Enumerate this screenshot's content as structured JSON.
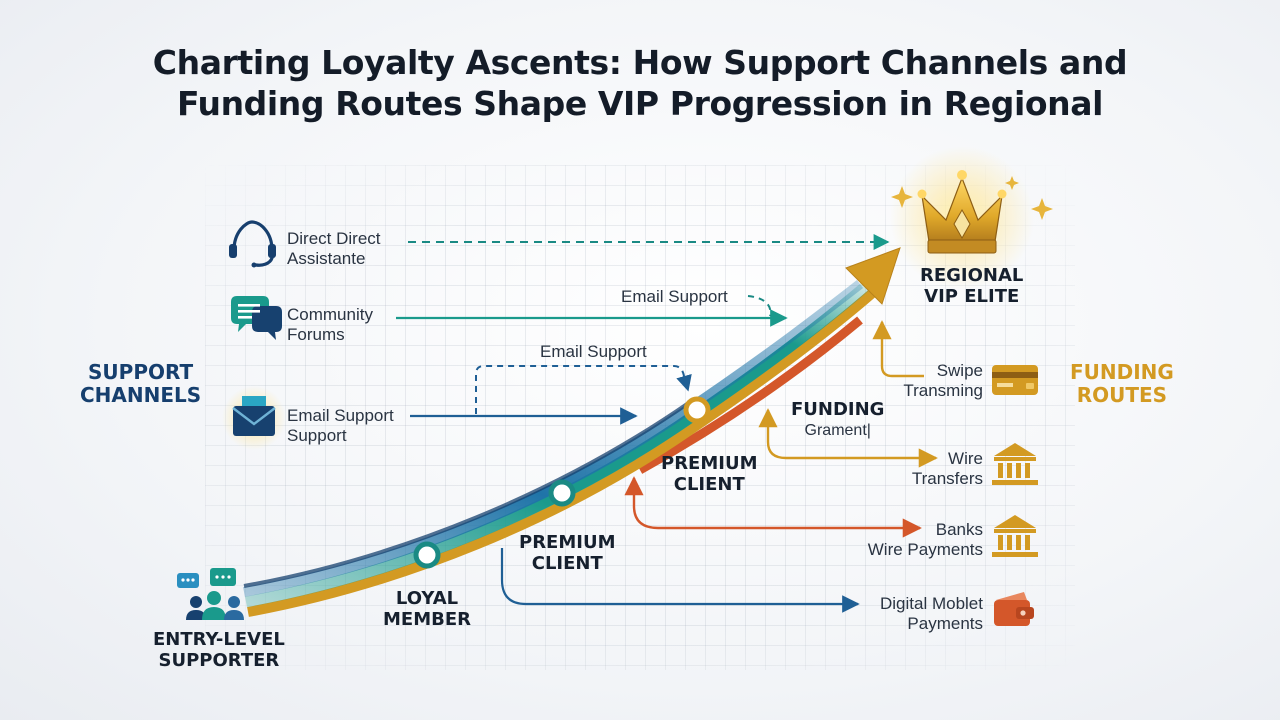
{
  "title": {
    "line1": "Charting Loyalty Ascents: How Support Channels and",
    "line2": "Funding Routes Shape VIP Progression in Regional"
  },
  "groups": {
    "support": [
      "SUPPORT",
      "CHANNELS"
    ],
    "funding": [
      "FUNDING",
      "ROUTES"
    ]
  },
  "support_channels": [
    {
      "lines": [
        "Direct Direct",
        "Assistante"
      ],
      "icon": "headset-icon"
    },
    {
      "lines": [
        "Community",
        "Forums"
      ],
      "icon": "chat-bubbles-icon"
    },
    {
      "lines": [
        "Email Support",
        "Support"
      ],
      "icon": "envelope-icon"
    }
  ],
  "float_labels": {
    "email_upper": "Email Support",
    "email_lower": "Email Support"
  },
  "stages": {
    "entry": [
      "ENTRY-LEVEL",
      "SUPPORTER"
    ],
    "loyal": [
      "LOYAL",
      "MEMBER"
    ],
    "premium_lower": [
      "PREMIUM",
      "CLIENT"
    ],
    "premium_upper": [
      "PREMIUM",
      "CLIENT"
    ],
    "vip": [
      "REGIONAL",
      "VIP ELITE"
    ]
  },
  "funding_mid": {
    "bold": "FUNDING",
    "sub": "Grament|"
  },
  "funding_routes": [
    {
      "lines": [
        "Swipe",
        "Transming"
      ],
      "icon": "credit-card-icon"
    },
    {
      "lines": [
        "Wire",
        "Transfers"
      ],
      "icon": "bank-icon"
    },
    {
      "lines": [
        "Banks",
        "Wire Payments"
      ],
      "icon": "bank-icon"
    },
    {
      "lines": [
        "Digital Moblet",
        "Payments"
      ],
      "icon": "wallet-icon"
    }
  ],
  "colors": {
    "navy": "#163f6e",
    "blue": "#1f74a8",
    "teal": "#1a9a8c",
    "gold": "#d39a22",
    "orange": "#d4572a"
  }
}
